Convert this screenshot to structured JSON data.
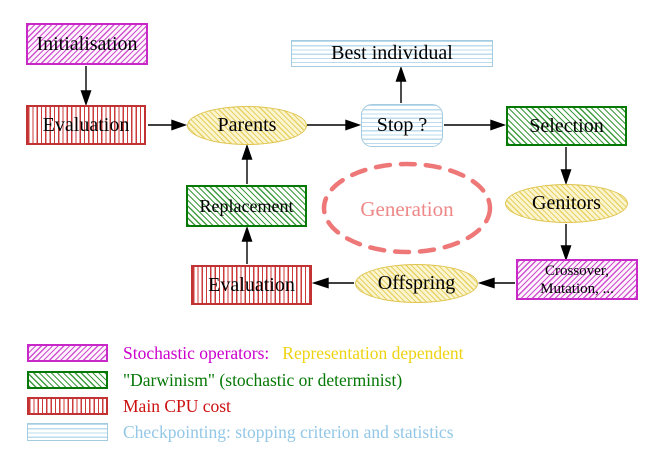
{
  "diagram": {
    "nodes": {
      "initialisation": {
        "label": "Initialisation",
        "pattern": "magenta-diagonal",
        "shape": "rect"
      },
      "evaluation_top": {
        "label": "Evaluation",
        "pattern": "red-vertical",
        "shape": "rect"
      },
      "parents": {
        "label": "Parents",
        "pattern": "yellow-diagonal",
        "shape": "ellipse"
      },
      "best_individual": {
        "label": "Best individual",
        "pattern": "blue-horizontal",
        "shape": "rect"
      },
      "stop": {
        "label": "Stop ?",
        "pattern": "blue-horizontal",
        "shape": "rounded-rect"
      },
      "selection": {
        "label": "Selection",
        "pattern": "green-diagonal",
        "shape": "rect"
      },
      "genitors": {
        "label": "Genitors",
        "pattern": "yellow-diagonal",
        "shape": "ellipse"
      },
      "crossover_mutation": {
        "label_line1": "Crossover,",
        "label_line2": "Mutation, ...",
        "pattern": "magenta-diagonal",
        "shape": "rect"
      },
      "offspring": {
        "label": "Offspring",
        "pattern": "yellow-diagonal",
        "shape": "ellipse"
      },
      "evaluation_bottom": {
        "label": "Evaluation",
        "pattern": "red-vertical",
        "shape": "rect"
      },
      "replacement": {
        "label": "Replacement",
        "pattern": "green-diagonal",
        "shape": "rect"
      },
      "generation": {
        "label": "Generation",
        "style": "dashed-ellipse"
      }
    },
    "edges": [
      "initialisation->evaluation_top",
      "evaluation_top->parents",
      "parents->stop",
      "stop->best_individual",
      "stop->selection",
      "selection->genitors",
      "genitors->crossover_mutation",
      "crossover_mutation->offspring",
      "offspring->evaluation_bottom",
      "evaluation_bottom->replacement",
      "replacement->parents"
    ],
    "legend": {
      "items": [
        {
          "swatch": "magenta-diagonal",
          "label": "Stochastic operators:",
          "label_color": "#cc00cc",
          "suffix": "Representation dependent",
          "suffix_color": "#eed313"
        },
        {
          "swatch": "green-diagonal",
          "label": "\"Darwinism\" (stochastic or determinist)",
          "label_color": "#067806"
        },
        {
          "swatch": "red-vertical",
          "label": "Main CPU cost",
          "label_color": "#cc1111"
        },
        {
          "swatch": "blue-horizontal",
          "label": "Checkpointing: stopping criterion and statistics",
          "label_color": "#93c7e7"
        }
      ]
    },
    "colors": {
      "magenta": "#c928c9",
      "green": "#067806",
      "red": "#c23232",
      "light_blue": "#a4cbdf",
      "yellow": "#dfc44e",
      "salmon": "#ee7777",
      "text": "#000000",
      "background": "#ffffff"
    }
  }
}
